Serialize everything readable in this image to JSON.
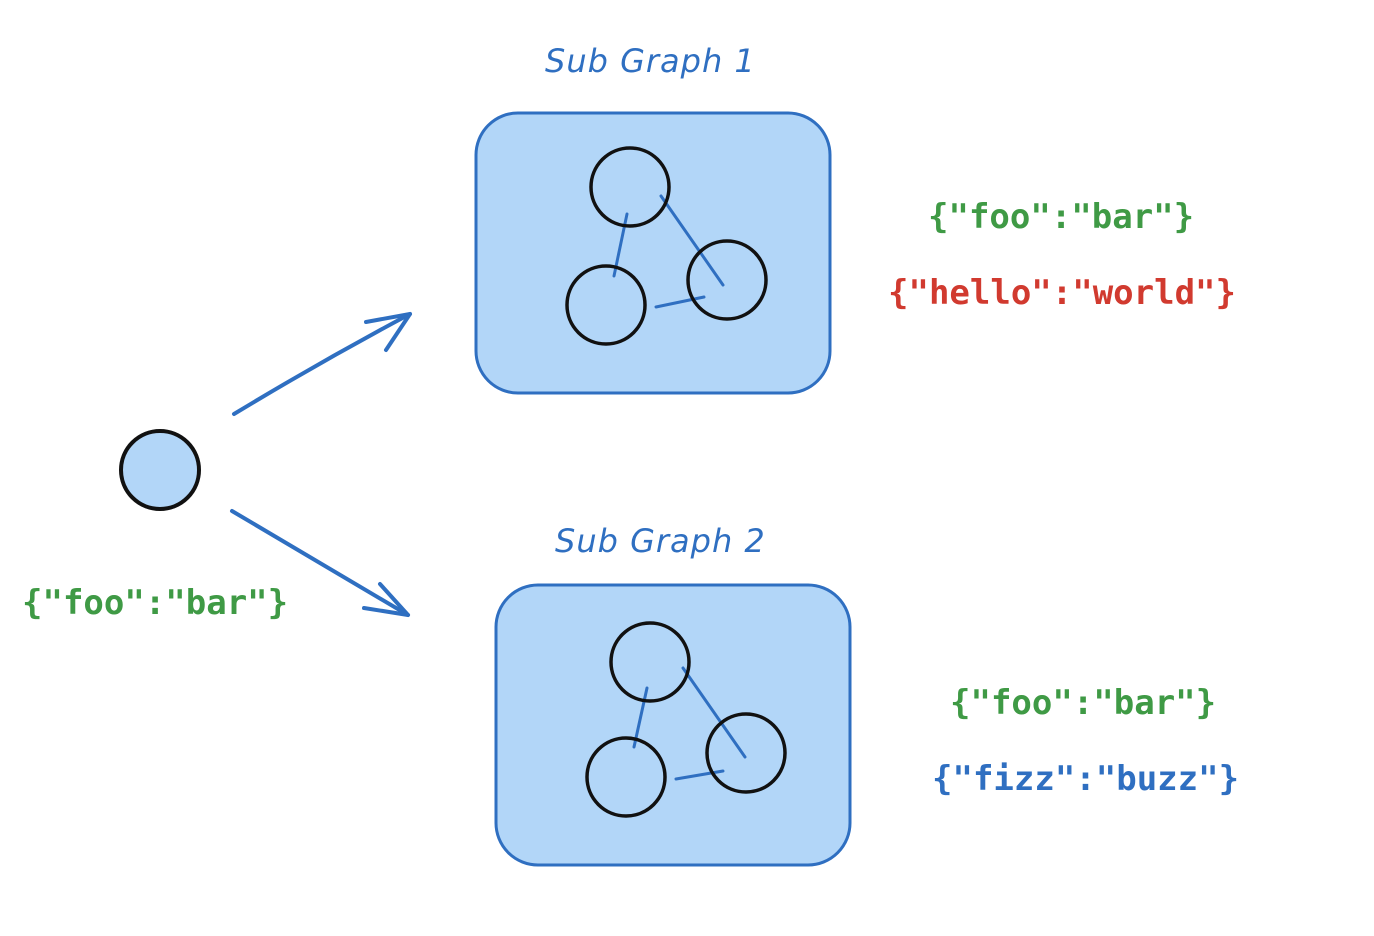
{
  "colors": {
    "box_fill": "#b2d6f8",
    "box_stroke": "#2f6fc1",
    "green": "#3f9a45",
    "red": "#d13a2f",
    "blue": "#2f6fc1",
    "node_stroke": "#111111"
  },
  "root": {
    "state_label": "{\"foo\":\"bar\"}"
  },
  "subgraph1": {
    "title": "Sub Graph 1",
    "state_lines": [
      "{\"foo\":\"bar\"}",
      "{\"hello\":\"world\"}"
    ]
  },
  "subgraph2": {
    "title": "Sub Graph 2",
    "state_lines": [
      "{\"foo\":\"bar\"}",
      "{\"fizz\":\"buzz\"}"
    ]
  }
}
